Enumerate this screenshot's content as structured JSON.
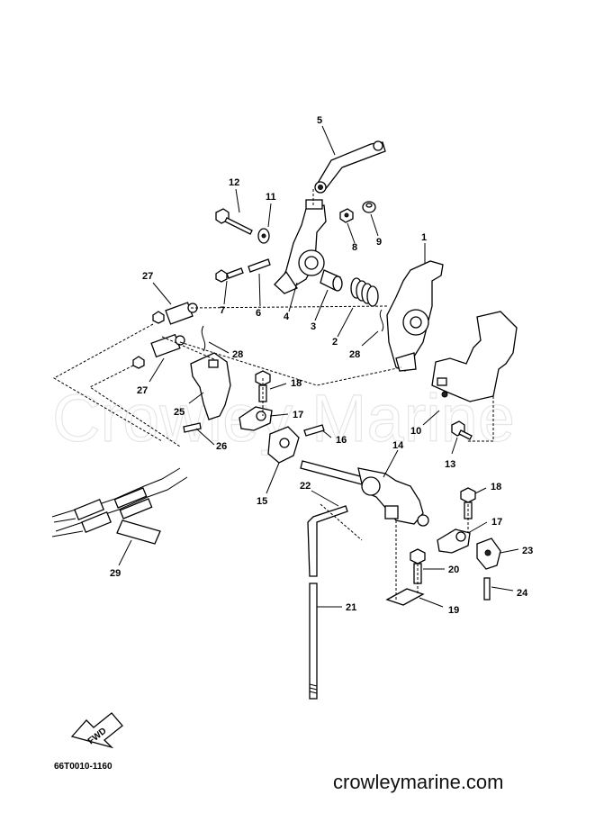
{
  "watermark": "Crowley Marine",
  "diagram_code": "66T0010-1160",
  "site_text": "crowleymarine.com",
  "fwd_label": "FWD",
  "callouts": [
    "1",
    "2",
    "3",
    "4",
    "5",
    "6",
    "7",
    "8",
    "9",
    "10",
    "11",
    "12",
    "13",
    "14",
    "15",
    "16",
    "17",
    "17",
    "18",
    "18",
    "19",
    "20",
    "21",
    "22",
    "23",
    "24",
    "25",
    "26",
    "27",
    "27",
    "28",
    "28",
    "29"
  ]
}
